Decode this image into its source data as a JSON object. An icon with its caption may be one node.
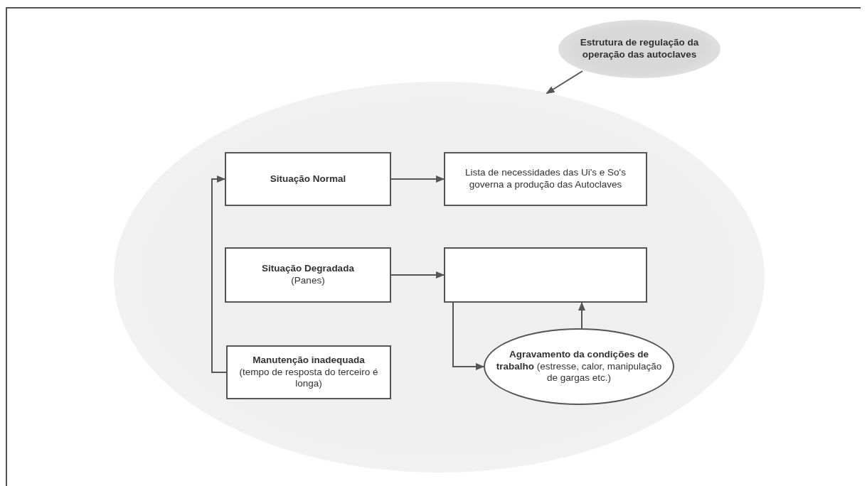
{
  "diagram": {
    "nodes": [
      {
        "text": [
          "Estrutura de regulação da operação das autoclaves"
        ]
      },
      {
        "text": [],
        "shape": "ellipse"
      },
      {
        "text": [
          "Situação Normal"
        ],
        "in": 1
      },
      {
        "text": [
          "Lista de necessidades das Ui's e So's governa a produção das Autoclaves"
        ],
        "in": 1
      },
      {
        "text": [
          "Situação Degradada",
          "(Panes)"
        ],
        "in": 1
      },
      {
        "text": [],
        "shape": "box",
        "in": 1
      },
      {
        "text": [
          "Manutenção inadequada",
          "(tempo de resposta do terceiro é longa)"
        ],
        "in": 1
      },
      {
        "text": [
          "**Agravamento da condições de trabalho** (estresse, calor, manipulação de gargas etc.)"
        ],
        "in": 1
      }
    ],
    "edges": [
      {
        "from": 0,
        "to": 1,
        "arrow": "to"
      },
      {
        "from": 2,
        "to": 3,
        "arrow": "to"
      },
      {
        "from": 4,
        "to": 5,
        "arrow": "to"
      },
      {
        "from": 6,
        "to": 2,
        "arrow": "to"
      },
      {
        "from": 5,
        "to": 7,
        "arrow": "to"
      },
      {
        "from": 7,
        "to": 5,
        "arrow": "to"
      }
    ]
  }
}
